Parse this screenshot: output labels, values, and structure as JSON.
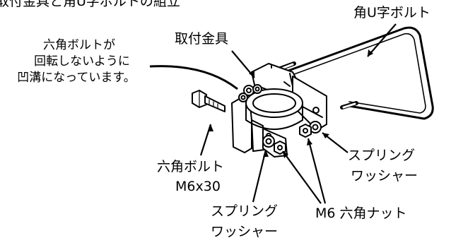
{
  "title": "取付金具と角U字ボルトの組立",
  "labels": {
    "u_bolt": "角U字ボルト",
    "bracket": "取付金具",
    "note_line1": "六角ボルトが",
    "note_line2": "回転しないように",
    "note_line3": "凹溝になっています。",
    "hex_bolt_line1": "六角ボルト",
    "hex_bolt_line2": "M6x30",
    "washer_right_line1": "スプリング",
    "washer_right_line2": "ワッシャー",
    "washer_bottom_line1": "スプリング",
    "washer_bottom_line2": "ワッシャー",
    "nut": "M6 六角ナット"
  }
}
